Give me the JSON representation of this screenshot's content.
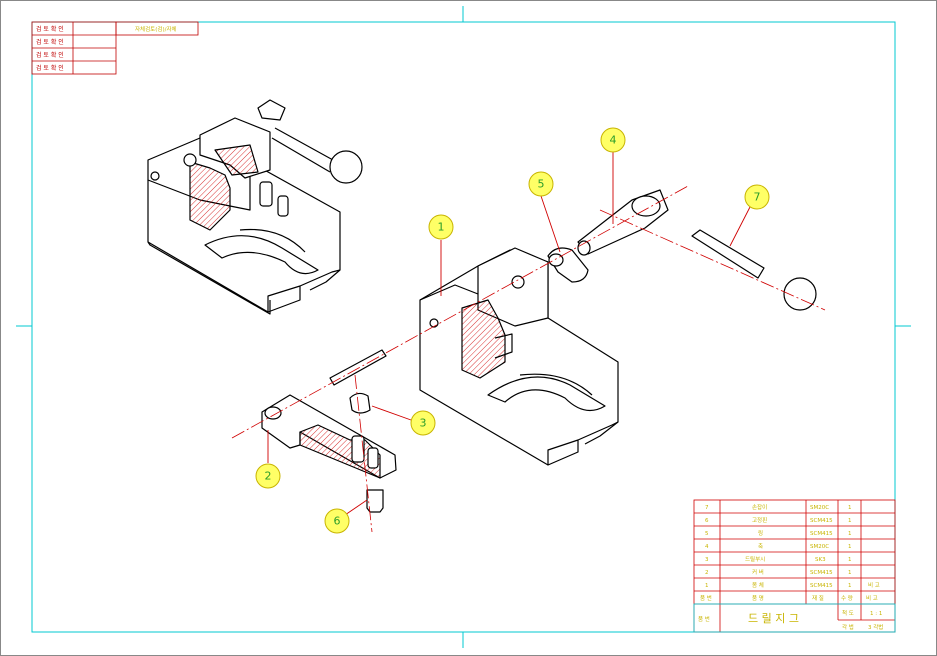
{
  "drawing": {
    "header_rows": [
      "검 토 확 인",
      "검 토 확 인",
      "검 토 확 인",
      "검 토 확 인"
    ],
    "header_note": "자체검토(검)/자체",
    "title": "드 릴 지 그",
    "scale_label": "척 도",
    "scale_value": "1 : 1",
    "projection_label": "각 법",
    "projection_value": "3 각법",
    "number_label": "품 번",
    "footer_header": [
      "품 번",
      "품 명",
      "재 질",
      "수 량",
      "비 고"
    ],
    "parts": [
      {
        "no": "7",
        "name": "손잡이",
        "material": "SM20C",
        "qty": "1",
        "note": ""
      },
      {
        "no": "6",
        "name": "고정핀",
        "material": "SCM415",
        "qty": "1",
        "note": ""
      },
      {
        "no": "5",
        "name": "링",
        "material": "SCM415",
        "qty": "1",
        "note": ""
      },
      {
        "no": "4",
        "name": "축",
        "material": "SM20C",
        "qty": "1",
        "note": ""
      },
      {
        "no": "3",
        "name": "드릴부시",
        "material": "SK3",
        "qty": "1",
        "note": ""
      },
      {
        "no": "2",
        "name": "커 버",
        "material": "SCM415",
        "qty": "1",
        "note": ""
      },
      {
        "no": "1",
        "name": "몸 체",
        "material": "SCM415",
        "qty": "1",
        "note": "비 고"
      }
    ]
  },
  "balloons": [
    {
      "number": "1"
    },
    {
      "number": "2"
    },
    {
      "number": "3"
    },
    {
      "number": "4"
    },
    {
      "number": "5"
    },
    {
      "number": "6"
    },
    {
      "number": "7"
    }
  ],
  "colors": {
    "frame": "#00c8d2",
    "outline": "#000000",
    "hatch": "#d00000",
    "centerline": "#d00000",
    "balloon_fill": "#ffff66",
    "balloon_text": "#2a9d2a",
    "table_text": "#c8b400"
  }
}
